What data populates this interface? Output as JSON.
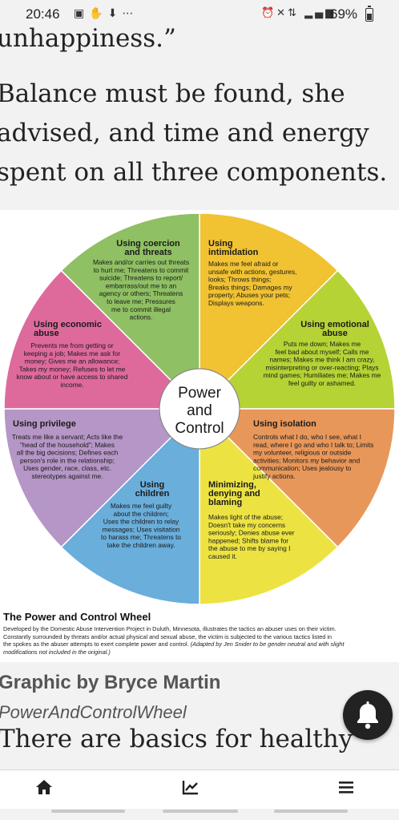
{
  "status_bar": {
    "time": "20:46",
    "battery": "69%",
    "battery_level": 0.69
  },
  "article": {
    "line1": "unhappiness.”",
    "para_lines": [
      "Balance must be found, she",
      "advised, and time and energy",
      "spent on all three components."
    ]
  },
  "wheel": {
    "center": [
      "Power",
      "and",
      "Control"
    ],
    "segments": [
      {
        "title": [
          "Using coercion",
          "and threats"
        ],
        "color": "#f1c232",
        "body": [
          "Makes and/or carries out threats",
          "to hurt me; Threatens to commit",
          "suicide; Threatens to report/",
          "embarrass/out me to an",
          "agency or others; Threatens",
          "to leave me; Pressures",
          "me to commit illegal",
          "actions."
        ]
      },
      {
        "title": [
          "Using",
          "intimidation"
        ],
        "color": "#b5d334",
        "body": [
          "Makes me feel afraid or",
          "unsafe with actions, gestures,",
          "looks; Throws things;",
          "Breaks things; Damages my",
          "property; Abuses your pets;",
          "Displays weapons."
        ]
      },
      {
        "title": [
          "Using emotional",
          "abuse"
        ],
        "color": "#e8975a",
        "body": [
          "Puts me down; Makes me",
          "feel bad about myself; Calls me",
          "names; Makes me think I am crazy,",
          "misinterpreting or over-reacting; Plays",
          "mind games; Humiliates me; Makes me",
          "feel guilty or ashamed."
        ]
      },
      {
        "title": [
          "Using isolation"
        ],
        "color": "#ece343",
        "body": [
          "Controls what I do, who I see, what I",
          "read, where I go and who I talk to; Limits",
          "my volunteer, religious or outside",
          "activities; Monitors my behavior and",
          "communication; Uses jealousy to",
          "justify actions."
        ]
      },
      {
        "title": [
          "Minimizing,",
          "denying and",
          "blaming"
        ],
        "color": "#6aaedb",
        "body": [
          "Makes light of the abuse;",
          "Doesn't take my concerns",
          "seriously; Denies abuse ever",
          "happened; Shifts blame for",
          "the abuse to me by saying I",
          "caused it."
        ]
      },
      {
        "title": [
          "Using",
          "children"
        ],
        "color": "#b596c6",
        "body": [
          "Makes me feel guilty",
          "about the children;",
          "Uses the children to relay",
          "messages; Uses visitation",
          "to harass me; Threatens to",
          "take the children away."
        ]
      },
      {
        "title": [
          "Using privilege"
        ],
        "color": "#de6a9c",
        "body": [
          "Treats me like a servant; Acts like the",
          "“head of the household”; Makes",
          "all the big decisions; Defines each",
          "person's role in the relationship;",
          "Uses gender, race, class, etc.",
          "stereotypes against me."
        ]
      },
      {
        "title": [
          "Using economic",
          "abuse"
        ],
        "color": "#8fc063",
        "body": [
          "Prevents me from getting or",
          "keeping a job; Makes me ask for",
          "money; Gives me an allowance;",
          "Takes my money; Refuses to let me",
          "know about or have access to shared",
          "income."
        ]
      }
    ]
  },
  "caption": {
    "title": "The Power and Control Wheel",
    "line1": "Developed by the Domestic Abuse Intervention Project in Duluth, Minnesota, illustrates the tactics an abuser uses on their victim.",
    "line2": "Constantly surrounded by threats and/or actual physical and sexual abuse, the victim is subjected to the various tactics listed in",
    "line3": "the spokes as the abuser attempts to exert complete power and control.",
    "line3_italic": "(Adapted by Jen Snider to be gender neutral and with slight",
    "line4_italic": "modifications not included in the original.)"
  },
  "credit": {
    "title": "Graphic by Bryce Martin",
    "subtitle": "PowerAndControlWheel",
    "next_text": "There are basics for healthy"
  },
  "icons": {
    "bell": "bell-icon",
    "home": "home-icon",
    "trending": "trending-icon",
    "menu": "menu-icon"
  }
}
